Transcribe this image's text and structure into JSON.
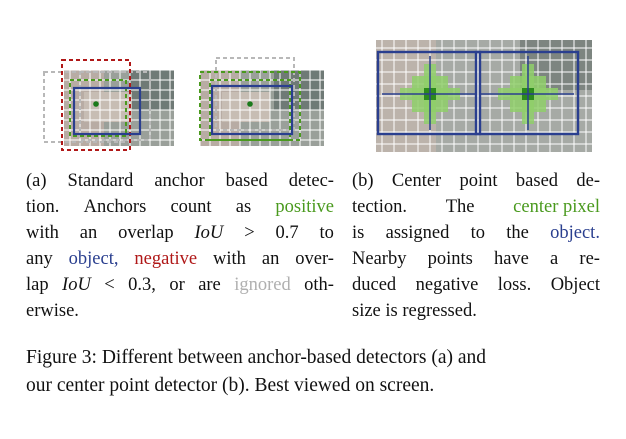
{
  "panel_a": {
    "lines": [
      [
        "(a)",
        "Standard",
        "anchor",
        "based",
        "detec-"
      ],
      [
        "tion.",
        "Anchors",
        "count",
        "as",
        {
          "t": "positive",
          "c": "pos"
        }
      ],
      [
        "with",
        "an",
        "overlap",
        {
          "t": "IoU",
          "c": "m"
        },
        ">",
        "0.7",
        "to"
      ],
      [
        "any",
        {
          "t": "object,",
          "c": "obj"
        },
        {
          "t": "negative",
          "c": "neg"
        },
        "with",
        "an",
        "over-"
      ],
      [
        "lap",
        {
          "t": "IoU",
          "c": "m"
        },
        "<",
        "0.3,",
        "or",
        "are",
        {
          "t": "ignored",
          "c": "ign"
        },
        "oth-"
      ],
      [
        "erwise."
      ]
    ]
  },
  "panel_b": {
    "lines": [
      [
        "(b)",
        "Center",
        "point",
        "based",
        "de-"
      ],
      [
        "tection.",
        "The",
        {
          "t": "center pixel",
          "c": "pos"
        }
      ],
      [
        "is",
        "assigned",
        "to",
        "the",
        {
          "t": "object.",
          "c": "obj"
        }
      ],
      [
        "Nearby",
        "points",
        "have",
        "a",
        "re-"
      ],
      [
        "duced",
        "negative",
        "loss.",
        "Object"
      ],
      [
        "size",
        "is",
        "regressed."
      ]
    ]
  },
  "figure_caption": {
    "line1": "Figure 3: Different between anchor-based detectors (a) and",
    "line2": "our center point detector (b). Best viewed on screen."
  },
  "colors": {
    "positive": "#4a9a1e",
    "negative": "#b01818",
    "object": "#2a3f8f",
    "ignored": "#b0b0b0"
  }
}
